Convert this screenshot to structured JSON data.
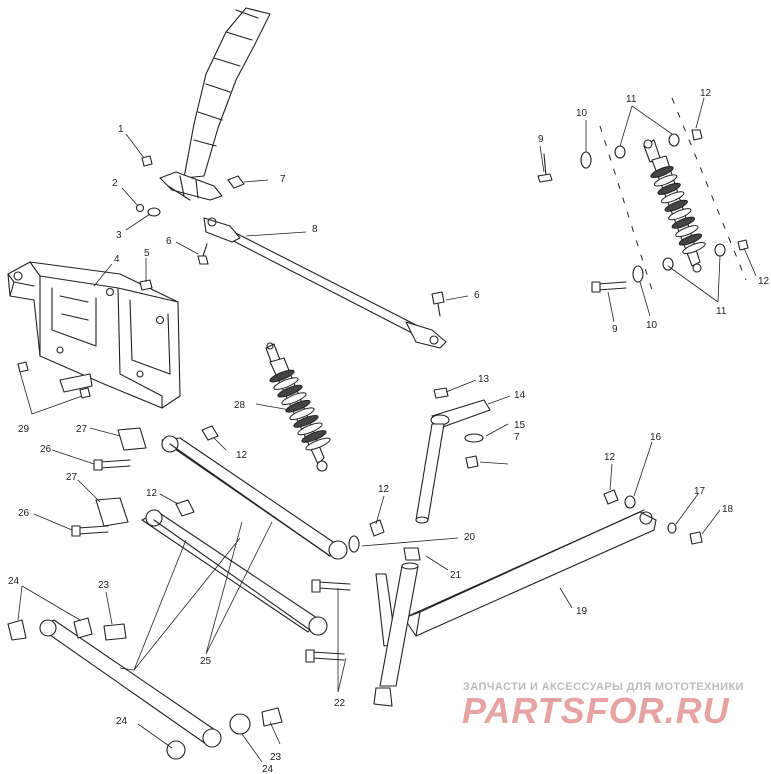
{
  "callouts": {
    "c1": "1",
    "c2": "2",
    "c3": "3",
    "c4": "4",
    "c5": "5",
    "c6a": "6",
    "c6b": "6",
    "c7a": "7",
    "c7b": "7",
    "c8": "8",
    "c9a": "9",
    "c9b": "9",
    "c10a": "10",
    "c10b": "10",
    "c11a": "11",
    "c11b": "11",
    "c12a": "12",
    "c12b": "12",
    "c12c": "12",
    "c12d": "12",
    "c12e": "12",
    "c12f": "12",
    "c13": "13",
    "c14": "14",
    "c15": "15",
    "c16": "16",
    "c17": "17",
    "c18": "18",
    "c19": "19",
    "c20": "20",
    "c21": "21",
    "c22": "22",
    "c23a": "23",
    "c23b": "23",
    "c24a": "24",
    "c24b": "24",
    "c24c": "24",
    "c25": "25",
    "c26a": "26",
    "c26b": "26",
    "c27a": "27",
    "c27b": "27",
    "c28": "28",
    "c29": "29"
  },
  "watermark": {
    "caption": "ЗАПЧАСТИ И АКСЕССУАРЫ ДЛЯ МОТОТЕХНИКИ",
    "logo": "PARTSFOR.RU"
  }
}
